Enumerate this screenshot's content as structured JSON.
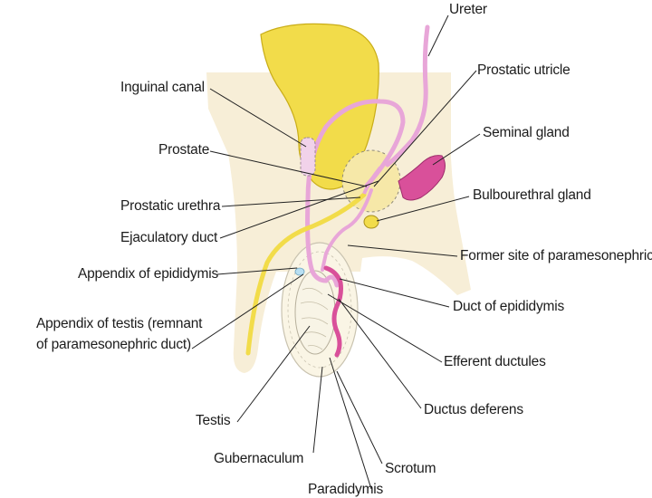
{
  "labels": {
    "ureter": "Ureter",
    "inguinal_canal": "Inguinal canal",
    "prostatic_utricle": "Prostatic utricle",
    "seminal_gland": "Seminal gland",
    "prostate": "Prostate",
    "prostatic_urethra": "Prostatic urethra",
    "bulbourethral_gland": "Bulbourethral gland",
    "ejaculatory_duct": "Ejaculatory duct",
    "former_site": "Former site of paramesonephric",
    "appendix_epididymis": "Appendix of epididymis",
    "duct_epididymis": "Duct of epididymis",
    "appendix_testis_line1": "Appendix of testis (remnant",
    "appendix_testis_line2": "of paramesonephric duct)",
    "efferent_ductules": "Efferent ductules",
    "testis": "Testis",
    "ductus_deferens": "Ductus deferens",
    "gubernaculum": "Gubernaculum",
    "scrotum": "Scrotum",
    "paradidymis_partial": "Paradidymis"
  },
  "colors": {
    "body_tan": "#f7eed7",
    "bladder_yellow": "#f2dc4a",
    "duct_pink": "#e8a6d8",
    "gland_magenta": "#d9509a",
    "leader_line": "#222222"
  }
}
